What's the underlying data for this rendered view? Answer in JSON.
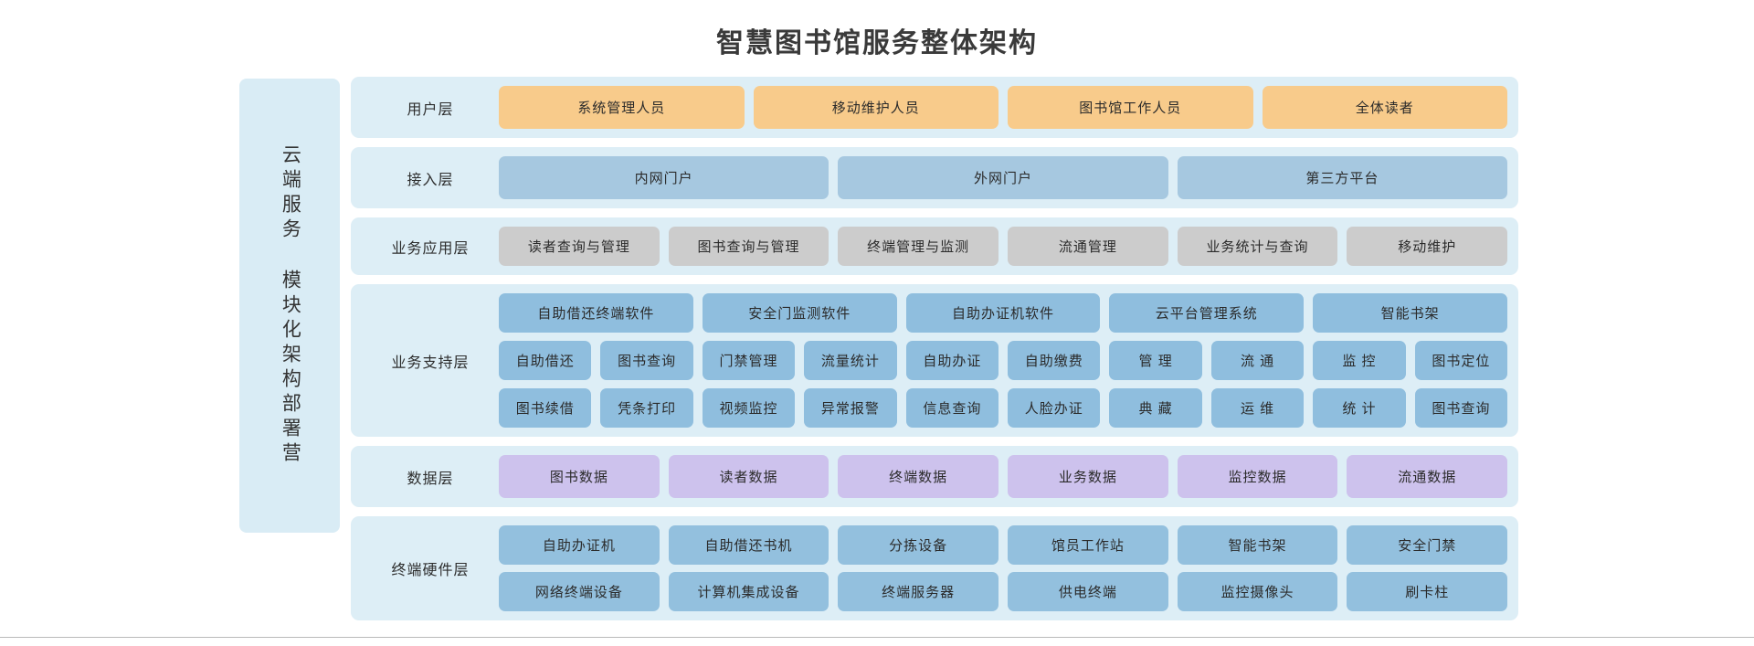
{
  "title": "智慧图书馆服务整体架构",
  "cloud_band": {
    "label": "云端服务 模块化架构部署营"
  },
  "colors": {
    "band_bg": "#d9ecf5",
    "row_bg": "#ddeef6",
    "user_node": "#f8cb8b",
    "access_node": "#a6c8e0",
    "app_node": "#cccccc",
    "support_node": "#8fbede",
    "data_node": "#cdc2ed",
    "hardware_node": "#93c0de",
    "title_color": "#3a3a3a"
  },
  "layers": [
    {
      "name": "用户层",
      "style": "orange",
      "rows": [
        [
          "系统管理人员",
          "移动维护人员",
          "图书馆工作人员",
          "全体读者"
        ]
      ]
    },
    {
      "name": "接入层",
      "style": "blue",
      "rows": [
        [
          "内网门户",
          "外网门户",
          "第三方平台"
        ]
      ]
    },
    {
      "name": "业务应用层",
      "style": "gray",
      "rows": [
        [
          "读者查询与管理",
          "图书查询与管理",
          "终端管理与监测",
          "流通管理",
          "业务统计与查询",
          "移动维护"
        ]
      ]
    },
    {
      "name": "业务支持层",
      "style": "midblue",
      "rows": [
        [
          "自助借还终端软件",
          "安全门监测软件",
          "自助办证机软件",
          "云平台管理系统",
          "智能书架"
        ],
        [
          "自助借还",
          "图书查询",
          "门禁管理",
          "流量统计",
          "自助办证",
          "自助缴费",
          "管 理",
          "流 通",
          "监 控",
          "图书定位"
        ],
        [
          "图书续借",
          "凭条打印",
          "视频监控",
          "异常报警",
          "信息查询",
          "人脸办证",
          "典 藏",
          "运 维",
          "统 计",
          "图书查询"
        ]
      ]
    },
    {
      "name": "数据层",
      "style": "purple",
      "rows": [
        [
          "图书数据",
          "读者数据",
          "终端数据",
          "业务数据",
          "监控数据",
          "流通数据"
        ]
      ]
    },
    {
      "name": "终端硬件层",
      "style": "lightblue",
      "rows": [
        [
          "自助办证机",
          "自助借还书机",
          "分拣设备",
          "馆员工作站",
          "智能书架",
          "安全门禁"
        ],
        [
          "网络终端设备",
          "计算机集成设备",
          "终端服务器",
          "供电终端",
          "监控摄像头",
          "刷卡柱"
        ]
      ]
    }
  ]
}
